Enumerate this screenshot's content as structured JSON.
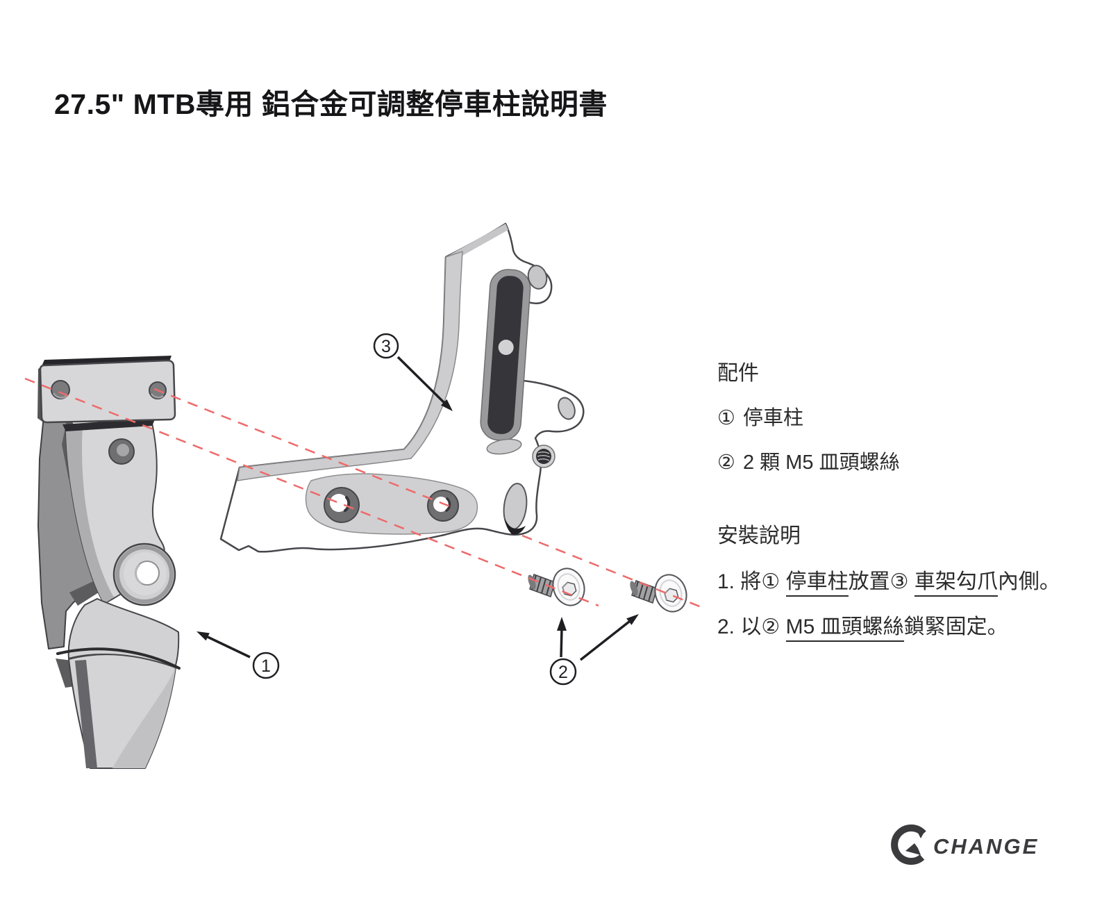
{
  "page": {
    "title": "27.5\" MTB專用 鋁合金可調整停車柱說明書"
  },
  "parts": {
    "heading": "配件",
    "items": [
      {
        "num": "①",
        "label": "停車柱"
      },
      {
        "num": "②",
        "label": "2 顆 M5 皿頭螺絲"
      }
    ]
  },
  "instructions": {
    "heading": "安裝說明",
    "step1": {
      "prefix": "1. 將① ",
      "u1": "停車柱",
      "mid": "放置③ ",
      "u2": "車架勾爪",
      "suffix": "內側。"
    },
    "step2": {
      "prefix": "2. 以② ",
      "u1": "M5 皿頭螺絲",
      "suffix": "鎖緊固定。"
    }
  },
  "diagram": {
    "callouts": {
      "kickstand": "1",
      "screws": "2",
      "frame_hook": "3"
    },
    "colors": {
      "dash_red": "#ee6a6a",
      "outline_dark": "#47474b",
      "metal_light": "#d6d6d8",
      "metal_mid": "#98989b",
      "metal_dark": "#3a3a3e",
      "text_dark": "#2b2b2b"
    }
  },
  "logo": {
    "mark": "g-swoosh-mark",
    "text": "CHANGE"
  }
}
